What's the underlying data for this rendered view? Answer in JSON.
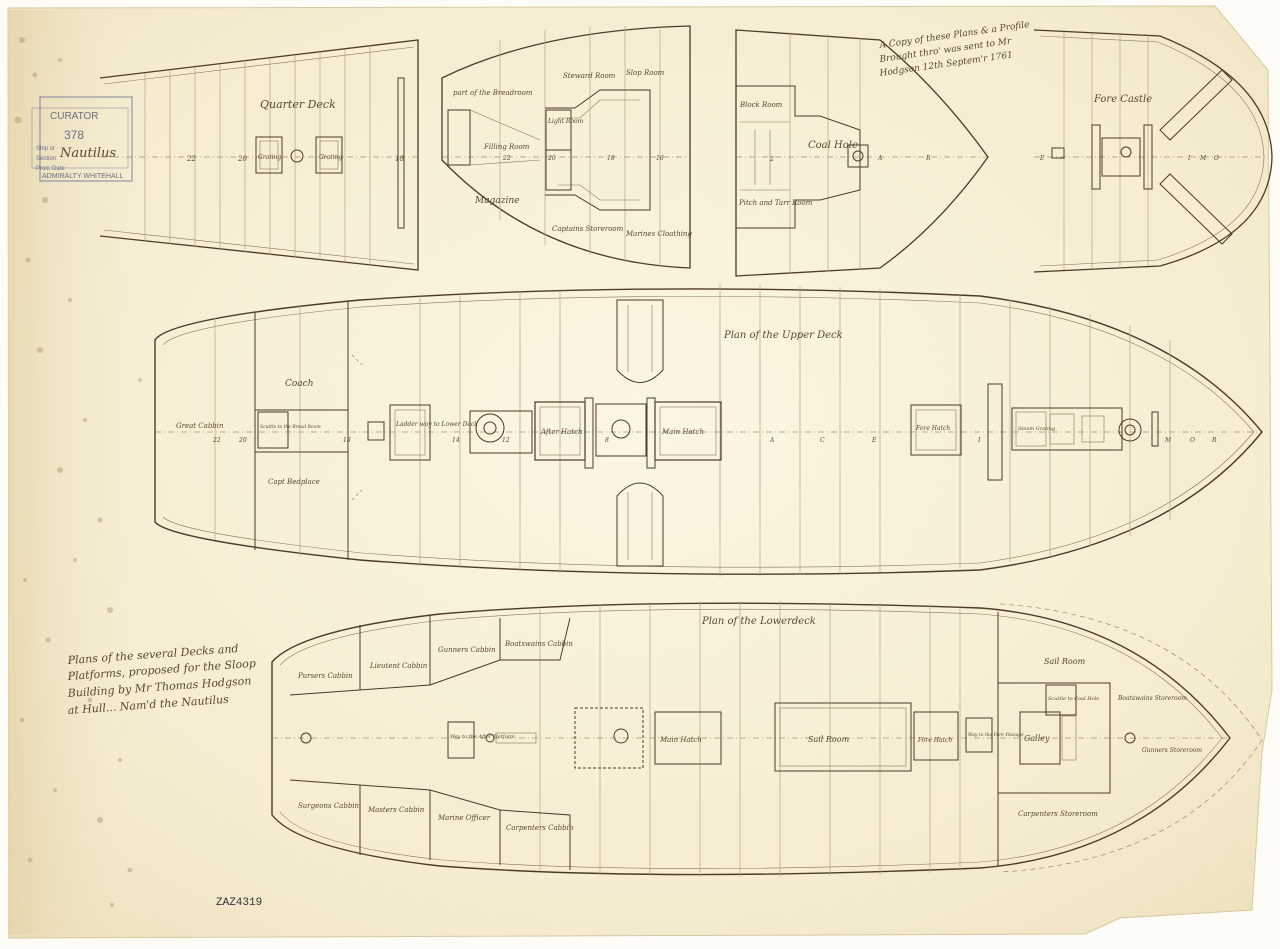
{
  "title_block": {
    "line1": "Plans of the several Decks and",
    "line2": "Platforms, proposed for the Sloop",
    "line3": "Building by Mr Thomas Hodgson",
    "line4": "at Hull... Nam'd the Nautilus"
  },
  "note": {
    "line1": "A Copy of these Plans & a Profile",
    "line2": "Brought thro' was sent to Mr",
    "line3": "Hodgson 12th Septem'r 1761"
  },
  "stamp": {
    "line1": "CURATOR",
    "line2": "378",
    "line3": "Nautilus",
    "line4": "ADMIRALTY WHITEHALL",
    "label_ship": "Ship or",
    "label_section": "Section",
    "label_prod": "Prod. Date"
  },
  "ref_number": "ZAZ4319",
  "quarter_deck": {
    "title": "Quarter Deck",
    "grating_1": "Grating",
    "grating_2": "Grating",
    "stations": [
      "22",
      "20",
      "18"
    ]
  },
  "platform_aft": {
    "breadroom": "part of the Breadroom",
    "steward": "Steward Room",
    "slop": "Slop Room",
    "filling": "Filling Room",
    "light": "Light Room",
    "magazine": "Magazine",
    "captain_store": "Captains Storeroom",
    "marines_cloathing": "Marines Cloathing",
    "stations": [
      "22",
      "20",
      "18",
      "16"
    ]
  },
  "platform_fore": {
    "block": "Block Room",
    "coal": "Coal Hole",
    "pitch": "Pitch and Tarr Room",
    "stations": [
      "2",
      "A",
      "R"
    ]
  },
  "fore_castle": {
    "title": "Fore Castle",
    "stations": [
      "E",
      "I",
      "M",
      "O"
    ]
  },
  "upper_deck": {
    "title": "Plan of the Upper Deck",
    "great_cabin": "Great Cabbin",
    "coach": "Coach",
    "bedplace": "Capt Bedplace",
    "ladder": "Ladder way to Lower Deck",
    "after_hatch": "After Hatch",
    "main_hatch": "Main Hatch",
    "fore_hatch": "Fore Hatch",
    "steam_grating": "Steam Grating",
    "scuttle": "Scuttle to the Bread Room",
    "stations": [
      "22",
      "20",
      "18",
      "14",
      "12",
      "8",
      "A",
      "C",
      "E",
      "I",
      "M",
      "O",
      "R"
    ]
  },
  "lower_deck": {
    "title": "Plan of the Lowerdeck",
    "pursers": "Pursers Cabbin",
    "lieutenant": "Lieutent Cabbin",
    "gunners": "Gunners Cabbin",
    "boatswains": "Boatswains Cabbin",
    "surgeons": "Surgeons Cabbin",
    "masters": "Masters Cabbin",
    "marine_officer": "Marine Officer",
    "carpenters": "Carpenters Cabbin",
    "way_platform": "Way to the After Platform",
    "main_hatch": "Main Hatch",
    "sail_room_mid": "Sail Room",
    "fore_hatch": "Fore Hatch",
    "way_fore": "Way to the Fore Passage",
    "sail_room_fwd": "Sail Room",
    "scuttle_coal": "Scuttle to Coal Hole",
    "boatswains_store": "Boatswains Storeroom",
    "galley": "Galley",
    "gunners_store": "Gunners Storeroom",
    "carpenters_store": "Carpenters Storeroom"
  }
}
